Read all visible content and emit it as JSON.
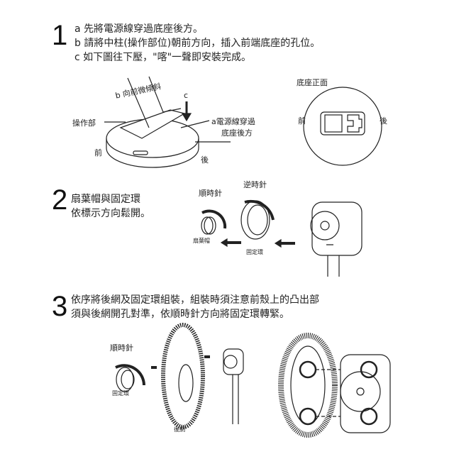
{
  "step1": {
    "number": "1",
    "lines": [
      "a 先將電源線穿過底座後方。",
      "b 請將中柱(操作部位)朝前方向，插入前端底座的孔位。",
      "c 如下圖往下壓，\"喀\"一聲即安裝完成。"
    ],
    "labels": {
      "tilt": "b 向前微傾斜",
      "press": "c",
      "control": "操作部",
      "cable_a": "a電源線穿過",
      "cable_b": "底座後方",
      "front": "前",
      "back": "後",
      "base_front_title": "底座正面",
      "base_front": "前",
      "base_back": "後"
    }
  },
  "step2": {
    "number": "2",
    "lines": [
      "扇葉帽與固定環",
      "依標示方向鬆開。"
    ],
    "labels": {
      "clockwise": "順時針",
      "counterclockwise": "逆時針",
      "cap": "扇葉帽",
      "ring": "固定環"
    }
  },
  "step3": {
    "number": "3",
    "lines": [
      "依序將後網及固定環組裝，組裝時須注意前殼上的凸出部",
      "須與後網開孔對準，依順時針方向將固定環轉緊。"
    ],
    "labels": {
      "clockwise": "順時針",
      "ring": "固定環",
      "rear_guard": "後網"
    }
  }
}
